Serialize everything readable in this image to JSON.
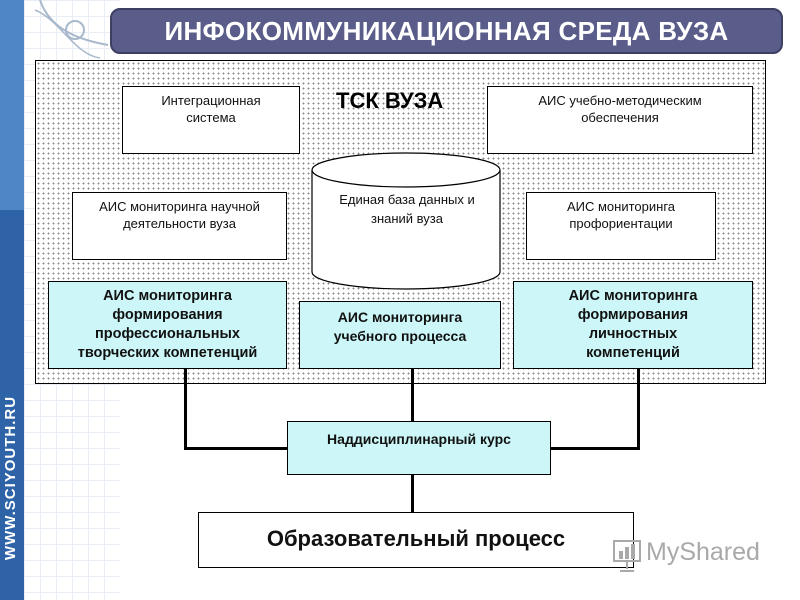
{
  "title": "ИНФОКОММУНИКАЦИОННАЯ СРЕДА ВУЗА",
  "panel_title": "ТСК ВУЗА",
  "boxes": {
    "integration": [
      "Интеграционная",
      "система"
    ],
    "ais_methodical": [
      "АИС учебно-методическим",
      "обеспечения"
    ],
    "ais_science": [
      "АИС мониторинга научной",
      "деятельности вуза"
    ],
    "database": [
      "Единая база данных и",
      "знаний вуза"
    ],
    "ais_career": [
      "АИС мониторинга",
      "профориентации"
    ],
    "ais_professional": [
      "АИС мониторинга",
      "формирования",
      "профессиональных",
      "творческих компетенций"
    ],
    "ais_study": [
      "АИС  мониторинга",
      "учебного процесса"
    ],
    "ais_personal": [
      "АИС мониторинга",
      "формирования",
      "личностных",
      "компетенций"
    ]
  },
  "course": "Наддисциплинарный курс",
  "process": "Образовательный процесс",
  "watermark": {
    "site": "WWW.SCIYOUTH.RU",
    "logo": "MyShared"
  },
  "colors": {
    "title_bg": "#5a5d8a",
    "highlight_box": "#ccf6f7",
    "strip": "#2f63a8"
  }
}
